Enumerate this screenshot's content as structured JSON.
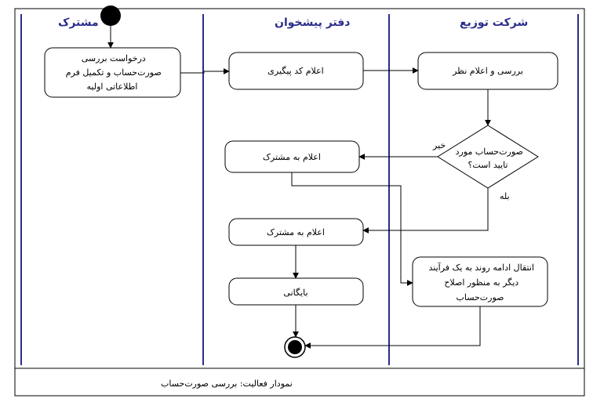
{
  "lanes": {
    "customer": "مشترک",
    "front_office": "دفتر پیشخوان",
    "distribution": "شرکت توزیع"
  },
  "nodes": {
    "request": [
      "درخواست بررسی",
      "صورت‌حساب و تکمیل فرم",
      "اطلاعاتی اولیه"
    ],
    "tracking": [
      "اعلام کد پیگیری"
    ],
    "review": [
      "بررسی و اعلام نظر"
    ],
    "decision": [
      "صورت‌حساب مورد",
      "تایید است؟"
    ],
    "notify_reject": [
      "اعلام به مشترک"
    ],
    "notify_accept": [
      "اعلام به مشترک"
    ],
    "archive": [
      "بایگانی"
    ],
    "transfer": [
      "انتقال ادامه روند به یک فرآیند",
      "دیگر به منظور اصلاح",
      "صورت‌حساب"
    ]
  },
  "edge_labels": {
    "no": "خیر",
    "yes": "بله"
  },
  "caption": "نمودار فعالیت: بررسی صورت‌حساب",
  "colors": {
    "lane_line": "#2b2d8c",
    "lane_title": "#2b2d8c",
    "frame": "#000000"
  }
}
